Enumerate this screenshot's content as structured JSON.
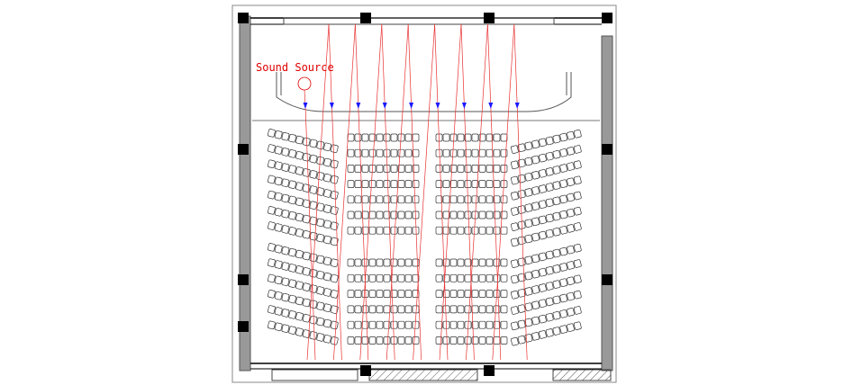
{
  "drawing": {
    "annotation_label": "Sound Source",
    "colors": {
      "ray": "#e83030",
      "arrow": "#1a1aff",
      "wall": "#000000",
      "label": "#e00000"
    },
    "reflector_count": 9,
    "upper_seating_rows": 7,
    "lower_seating_rows": 6
  }
}
